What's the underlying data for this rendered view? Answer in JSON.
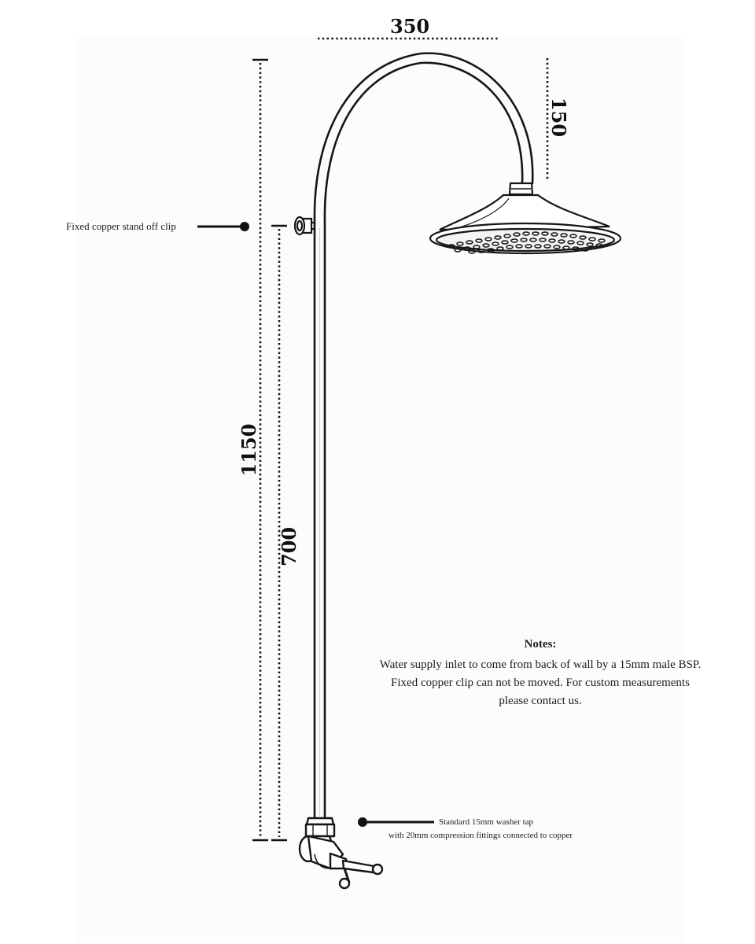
{
  "dimensions": {
    "width": "350",
    "drop": "150",
    "total_height": "1150",
    "clip_height": "700"
  },
  "callouts": {
    "clip": "Fixed copper stand off  clip",
    "tap_line_1": "Standard 15mm washer tap",
    "tap_line_2": "with 20mm compression fittings connected to copper"
  },
  "notes": {
    "title": "Notes:",
    "lines": [
      "Water  supply inlet to come from back of wall by a 15mm male BSP.",
      "Fixed copper clip can not be moved. For custom measurements",
      "please contact us."
    ]
  },
  "colors": {
    "line": "#111111",
    "background": "#ffffff",
    "sheet": "#fcfcfc"
  }
}
